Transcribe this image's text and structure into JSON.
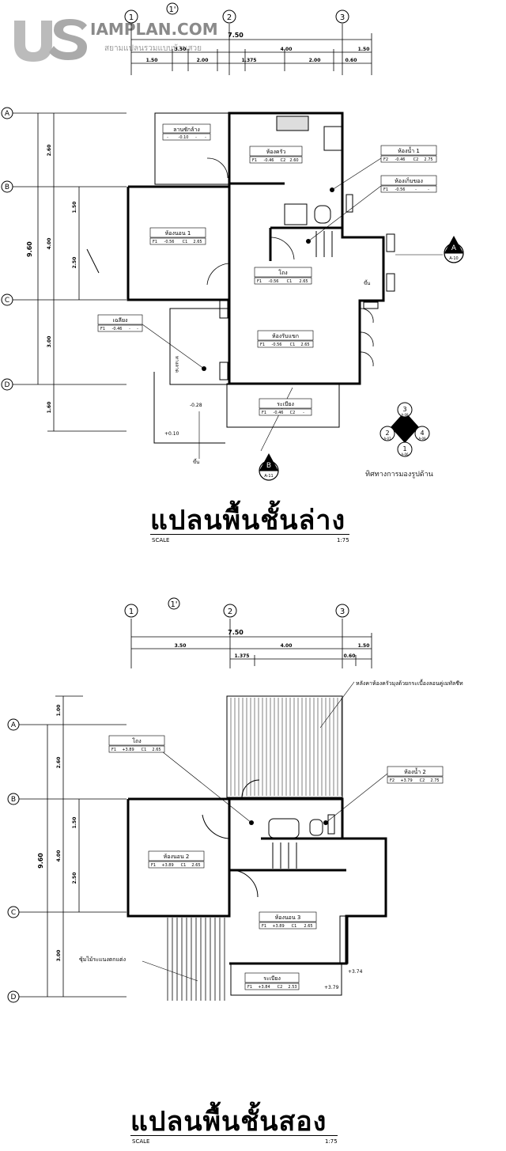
{
  "logo": {
    "brand": "IAMPLAN.COM",
    "tagline": "สยามแปลนรวมแบบบ้านสวย"
  },
  "axes": {
    "c1": "1",
    "c1p": "1'",
    "c2": "2",
    "c3": "3",
    "rA": "A",
    "rB": "B",
    "rC": "C",
    "rD": "D"
  },
  "ground": {
    "title": "แปลนพื้นชั้นล่าง",
    "scale_label": "SCALE",
    "scale_value": "1:75",
    "dims": {
      "total": "7.50",
      "d350": "3.50",
      "d400": "4.00",
      "d150": "1.50",
      "d150b": "1.50",
      "d200": "2.00",
      "d1375": "1.375",
      "d200b": "2.00",
      "d060": "0.60",
      "v960": "9.60",
      "v260": "2.60",
      "v400": "4.00",
      "v300": "3.00",
      "v160": "1.60",
      "v150": "1.50",
      "v250": "2.50"
    },
    "rooms": {
      "laundry": {
        "name": "ลานซักล้าง",
        "f": "-",
        "v": "-0.10",
        "c": "-",
        "h": "-"
      },
      "kitchen": {
        "name": "ห้องครัว",
        "f": "F1",
        "v": "-0.46",
        "c": "C2",
        "h": "2.60"
      },
      "bath1": {
        "name": "ห้องน้ำ 1",
        "f": "F2",
        "v": "-0.46",
        "c": "C2",
        "h": "2.75"
      },
      "storage": {
        "name": "ห้องเก็บของ",
        "f": "F1",
        "v": "-0.56",
        "c": "-",
        "h": "-"
      },
      "bed1": {
        "name": "ห้องนอน 1",
        "f": "F1",
        "v": "-0.56",
        "c": "C1",
        "h": "2.65"
      },
      "hall": {
        "name": "โถง",
        "f": "F1",
        "v": "-0.56",
        "c": "C1",
        "h": "2.65"
      },
      "carport": {
        "name": "เฉลียง",
        "f": "F1",
        "v": "-0.46",
        "c": "-",
        "h": "-"
      },
      "living": {
        "name": "ห้องรับแขก",
        "f": "F1",
        "v": "-0.56",
        "c": "C1",
        "h": "2.65"
      },
      "veranda": {
        "name": "ระเบียง",
        "f": "F1",
        "v": "-0.46",
        "c": "C2",
        "h": "-"
      }
    },
    "levels": {
      "l1": "-0.28",
      "l2": "+0.10",
      "up": "ขึ้น",
      "up2": "ขึ้น",
      "ramp": "ทางลาด"
    },
    "sections": {
      "a": "A",
      "a_ref": "A-10",
      "b": "B",
      "b_ref": "A-11"
    },
    "compass": {
      "n1": "3",
      "n1r": "A-08",
      "n2": "2",
      "n2r": "A-07",
      "n3": "4",
      "n3r": "A-09",
      "n4": "1",
      "n4r": "A-06",
      "caption": "ทิศทางการมองรูปด้าน"
    }
  },
  "upper": {
    "title": "แปลนพื้นชั้นสอง",
    "scale_label": "SCALE",
    "scale_value": "1:75",
    "dims": {
      "total": "7.50",
      "d350": "3.50",
      "d400": "4.00",
      "d150": "1.50",
      "d1375": "1.375",
      "d060": "0.60",
      "v960": "9.60",
      "v100": "1.00",
      "v260": "2.60",
      "v400": "4.00",
      "v300": "3.00",
      "v150": "1.50",
      "v250": "2.50"
    },
    "rooms": {
      "hall": {
        "name": "โถง",
        "f": "F1",
        "v": "+3.89",
        "c": "C1",
        "h": "2.65"
      },
      "bath2": {
        "name": "ห้องน้ำ 2",
        "f": "F2",
        "v": "+3.79",
        "c": "C2",
        "h": "2.75"
      },
      "bed2": {
        "name": "ห้องนอน 2",
        "f": "F1",
        "v": "+3.89",
        "c": "C1",
        "h": "2.65"
      },
      "bed3": {
        "name": "ห้องนอน 3",
        "f": "F1",
        "v": "+3.89",
        "c": "C1",
        "h": "2.65"
      },
      "balcony": {
        "name": "ระเบียง",
        "f": "F1",
        "v": "+3.84",
        "c": "C2",
        "h": "2.53"
      }
    },
    "notes": {
      "roof": "หลังคาห้องครัวมุงด้วยกระเบื้องลอนคู่เมทัลชีท",
      "trellis": "ซุ้มไม้ระแนงตกแต่ง"
    },
    "levels": {
      "l1": "+3.74",
      "l2": "+3.79"
    }
  }
}
